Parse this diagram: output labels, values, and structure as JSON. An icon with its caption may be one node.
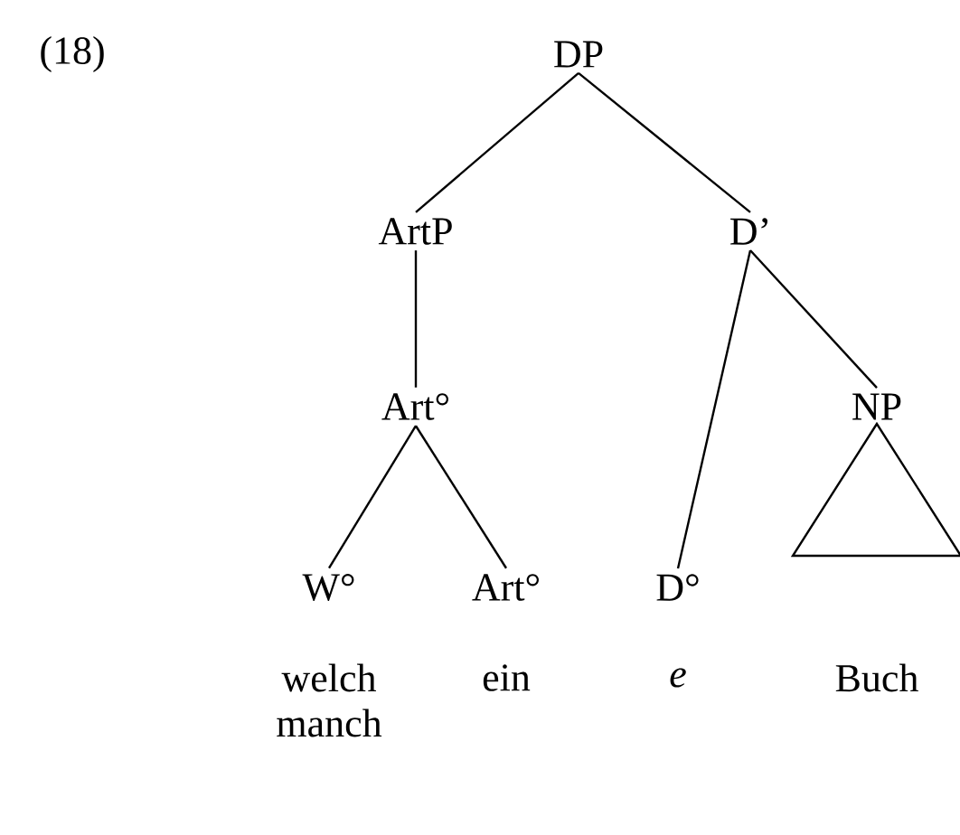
{
  "diagram": {
    "nodes": [
      {
        "text": [
          "DP"
        ]
      },
      {
        "text": [
          "ArtP"
        ]
      },
      {
        "text": [
          "D’"
        ]
      },
      {
        "text": [
          "Art°"
        ]
      },
      {
        "text": [
          "NP"
        ]
      },
      {
        "text": [
          "W°"
        ],
        "beside": [
          "welch",
          "manch"
        ]
      },
      {
        "text": [
          "Art°"
        ],
        "beside": [
          "ein"
        ]
      },
      {
        "text": [
          "D°"
        ],
        "beside": [
          "e"
        ]
      },
      {
        "text": [],
        "shape": "triangle",
        "beside": [
          "Buch"
        ]
      }
    ],
    "edges": [
      {
        "from": 0,
        "to": 1,
        "arrow": "none"
      },
      {
        "from": 0,
        "to": 2,
        "arrow": "none"
      },
      {
        "from": 1,
        "to": 3,
        "arrow": "none"
      },
      {
        "from": 3,
        "to": 5,
        "arrow": "none"
      },
      {
        "from": 3,
        "to": 6,
        "arrow": "none"
      },
      {
        "from": 2,
        "to": 7,
        "arrow": "none"
      },
      {
        "from": 2,
        "to": 4,
        "arrow": "none"
      }
    ],
    "labels": [
      "(18)"
    ]
  }
}
